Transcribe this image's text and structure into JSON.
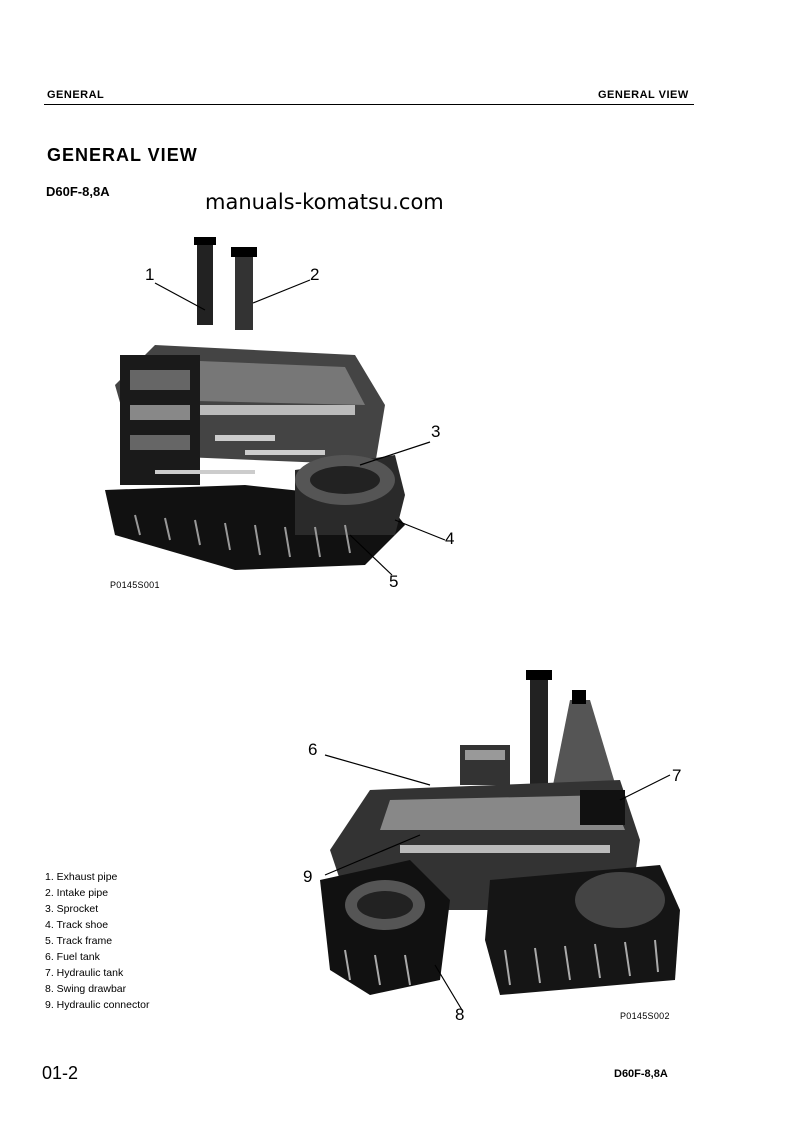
{
  "header": {
    "left": "GENERAL",
    "right": "GENERAL VIEW"
  },
  "title": "GENERAL VIEW",
  "model": "D60F-8,8A",
  "watermark": "manuals-komatsu.com",
  "figures": [
    {
      "caption": "P0145S001",
      "callouts": [
        "1",
        "2",
        "3",
        "4",
        "5"
      ]
    },
    {
      "caption": "P0145S002",
      "callouts": [
        "6",
        "7",
        "8",
        "9"
      ]
    }
  ],
  "legend": [
    "1.  Exhaust pipe",
    "2.  Intake pipe",
    "3.  Sprocket",
    "4.  Track shoe",
    "5.  Track frame",
    "6.  Fuel tank",
    "7.  Hydraulic tank",
    "8.  Swing drawbar",
    "9.  Hydraulic connector"
  ],
  "footer": {
    "page": "01-2",
    "model": "D60F-8,8A"
  }
}
